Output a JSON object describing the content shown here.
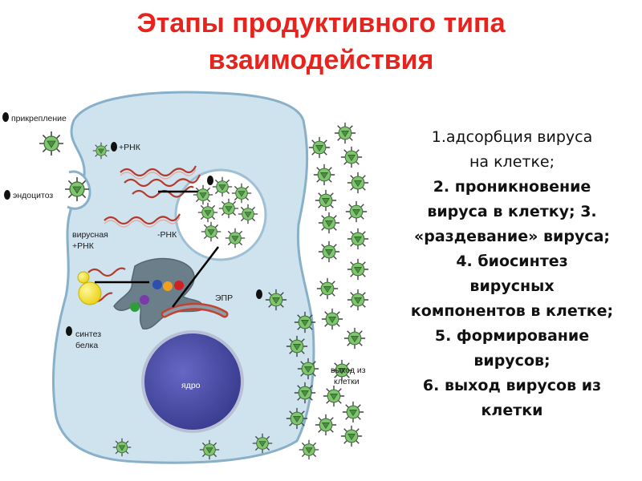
{
  "title": {
    "line1": "Этапы продуктивного типа",
    "line2": "взаимодействия"
  },
  "diagram_labels": {
    "attachment": "прикрепление",
    "endocytosis": "эндоцитоз",
    "plus_rna_top": "+РНК",
    "viral_plus_rna_1": "вирусная",
    "viral_plus_rna_2": "+РНК",
    "minus_rna": "-РНК",
    "er": "ЭПР",
    "protein_synthesis_1": "синтез",
    "protein_synthesis_2": "белка",
    "nucleus": "ядро",
    "exit_1": "выход из",
    "exit_2": "клетки"
  },
  "steps": [
    "1.адсорбция вируса",
    "на клетке;",
    "2. проникновение",
    "вируса в клетку; 3.",
    "«раздевание» вируса;",
    "4. биосинтез",
    "вирусных",
    "компонентов в клетке;",
    "5. формирование",
    "вирусов;",
    "6. выход вирусов из",
    "клетки"
  ],
  "colors": {
    "title": "#e8231d",
    "cell": "#cfe3ef",
    "cell_outline": "#88b0c9",
    "nucleus": "#4b4da6",
    "virus_core": "#7fc56f",
    "rna": "#b43a2c",
    "ribosome": "#f3e21a"
  }
}
